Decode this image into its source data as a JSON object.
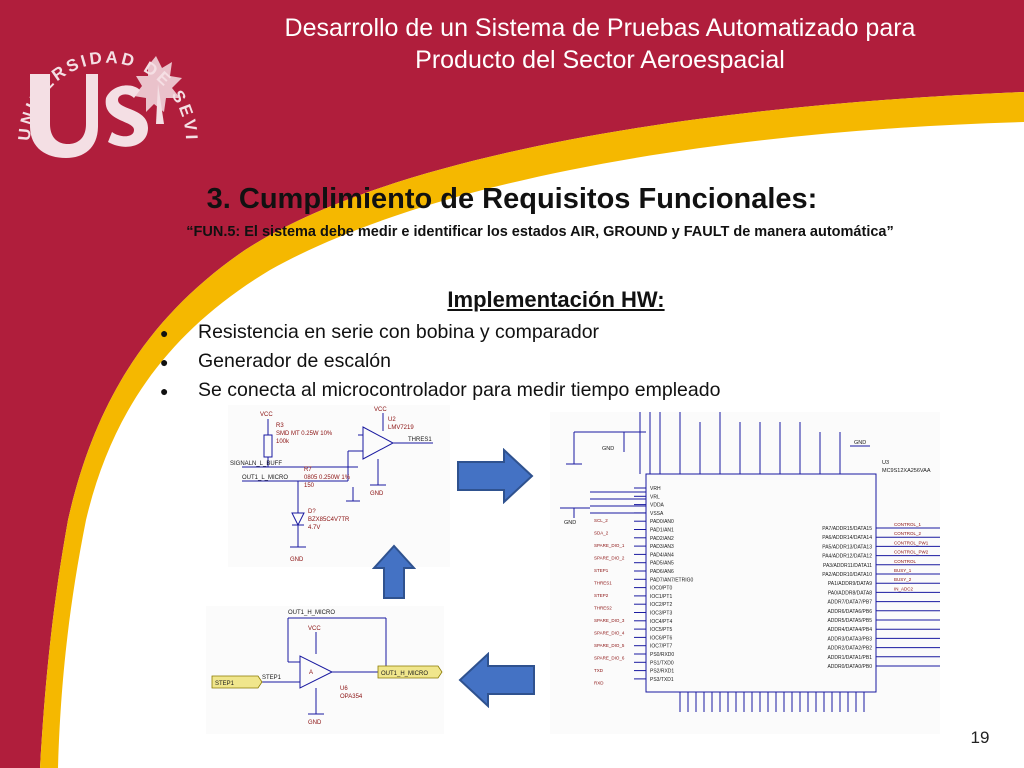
{
  "header": {
    "title_line1": "Desarrollo de un Sistema de Pruebas Automatizado para",
    "title_line2": "Producto del Sector Aeroespacial"
  },
  "logo": {
    "text": "UNIVERSIDAD DE SEVILLA",
    "mark": "us"
  },
  "section_title": "3. Cumplimiento de Requisitos Funcionales:",
  "requirement": "“FUN.5: El sistema debe medir e identificar los estados AIR, GROUND y FAULT de manera automática”",
  "implementation": {
    "title": "Implementación HW:",
    "bullets": [
      "Resistencia en serie con bobina y comparador",
      "Generador de escalón",
      "Se conecta al microcontrolador para medir tiempo empleado"
    ]
  },
  "schematic_comparator": {
    "vcc1": "VCC",
    "vcc2": "VCC",
    "r3": "R3",
    "r3_spec": "SMD MT 0.25W 10%",
    "r3_val": "100k",
    "u2": "U2",
    "u2_part": "LMV7219",
    "r7": "R7",
    "r7_spec": "0805 0.250W 1%",
    "r7_val": "150",
    "d7": "D?",
    "d7_part": "BZX85C4V7TR",
    "d7_val": "4.7V",
    "net_in": "SIGNALN_L_BUFF",
    "net_out1": "OUT1_L_MICRO",
    "net_thres": "THRES1",
    "gnd": "GND"
  },
  "schematic_step": {
    "net_top": "OUT1_H_MICRO",
    "vcc": "VCC",
    "net_in": "STEP1",
    "net_out": "OUT1_H_MICRO",
    "u6": "U6",
    "u6_part": "OPA354",
    "amp": "A",
    "gnd": "GND"
  },
  "schematic_mcu": {
    "u3": "U3",
    "u3_part": "MC9S12XA256VAA",
    "gnd": "GND",
    "left_pins": [
      "VRH",
      "VRL",
      "VDDA",
      "VSSA",
      "PAD0/AN0",
      "PAD1/AN1",
      "PAD2/AN2",
      "PAD3/AN3",
      "PAD4/AN4",
      "PAD5/AN5",
      "PAD6/AN6",
      "PAD7/AN7/ETRIG0",
      "IOC0/PT0",
      "IOC1/PT1",
      "IOC2/PT2",
      "IOC3/PT3",
      "IOC4/PT4",
      "IOC5/PT5",
      "IOC6/PT6",
      "IOC7/PT7",
      "PS0/RXD0",
      "PS1/TXD0",
      "PS2/RXD1",
      "PS3/TXD1"
    ],
    "right_pins": [
      "PA7/ADDR15/DATA15",
      "PA6/ADDR14/DATA14",
      "PA5/ADDR13/DATA13",
      "PA4/ADDR12/DATA12",
      "PA3/ADDR11/DATA11",
      "PA2/ADDR10/DATA10",
      "PA1/ADDR9/DATA9",
      "PA0/ADDR8/DATA8",
      "ADDR7/DATA7/PB7",
      "ADDR6/DATA6/PB6",
      "ADDR5/DATA5/PB5",
      "ADDR4/DATA4/PB4",
      "ADDR3/DATA3/PB3",
      "ADDR2/DATA2/PB2",
      "ADDR1/DATA1/PB1",
      "ADDR0/DATA0/PB0"
    ],
    "right_nets": [
      "CONTROL_1",
      "CONTROL_2",
      "CONTROL_PW1",
      "CONTROL_PW2",
      "CONTROL",
      "BUSY_1",
      "BUSY_2",
      "IN_ADC2"
    ],
    "left_nets": [
      "SCL_2",
      "SDA_2",
      "SPARE_DIO_1",
      "SPARE_DIO_2",
      "STEP1",
      "THRES1",
      "STEP2",
      "THRES2",
      "SPARE_DIO_3",
      "SPARE_DIO_4",
      "SPARE_DIO_5",
      "SPARE_DIO_6",
      "TXD",
      "RXD"
    ]
  },
  "page_number": "19",
  "colors": {
    "crimson": "#b01e3c",
    "gold": "#f5b800",
    "arrow_fill": "#4472c4",
    "arrow_stroke": "#2f528f"
  }
}
